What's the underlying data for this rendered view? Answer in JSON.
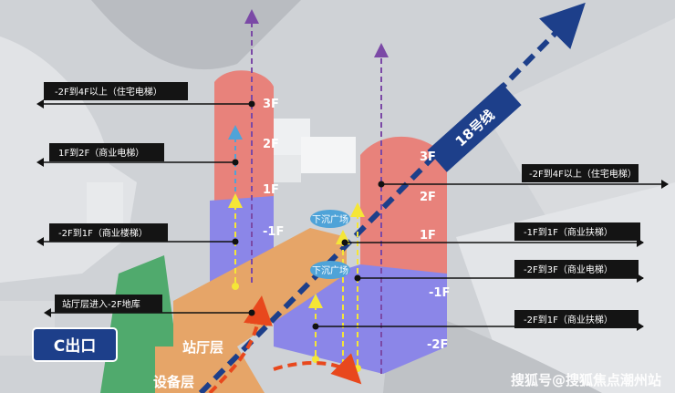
{
  "metro_line": "18号线",
  "exit_label": "C出口",
  "zones": {
    "concourse": "站厅层",
    "equipment": "设备层"
  },
  "plaza_labels": [
    "下沉广场",
    "下沉广场"
  ],
  "left_floors": [
    "3F",
    "2F",
    "1F",
    "-1F"
  ],
  "right_floors": [
    "3F",
    "2F",
    "1F",
    "-1F",
    "-2F"
  ],
  "left_callouts": [
    "-2F到4F以上（住宅电梯）",
    "1F到2F（商业电梯）",
    "-2F到1F（商业楼梯）",
    "站厅层进入-2F地库"
  ],
  "right_callouts": [
    "-2F到4F以上（住宅电梯）",
    "-1F到1F（商业扶梯）",
    "-2F到3F（商业电梯）",
    "-2F到1F（商业扶梯）"
  ],
  "watermark": "搜狐号@搜狐焦点潮州站",
  "watermark_sub": "站厅层进入-2F地库",
  "colors": {
    "background": "#cfd2d6",
    "building_pink": "#e8827b",
    "lower_blue": "#8b86e8",
    "concourse_orange": "#e6a568",
    "line_blue": "#1d3f8a",
    "callout_black": "#141414",
    "arrow_red": "#e8481d",
    "dashed_yellow": "#f5e637",
    "dashed_purple": "#7b49a6",
    "green": "#3aa35a"
  }
}
